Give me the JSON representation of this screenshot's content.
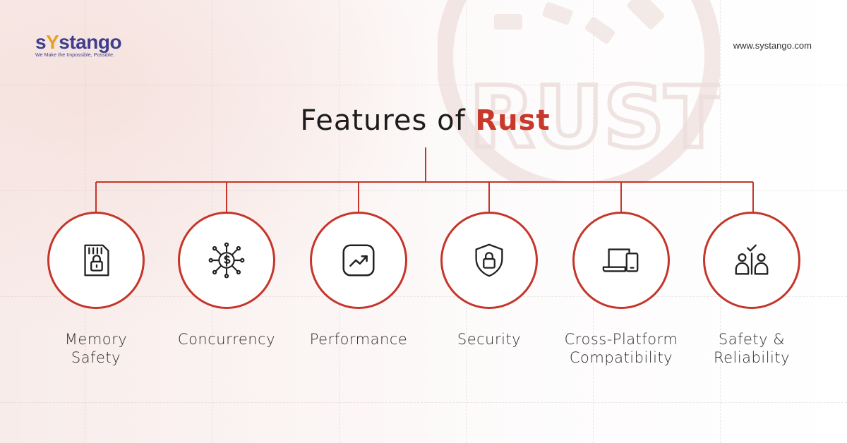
{
  "brand": {
    "logo_word_a": "s",
    "logo_word_b": "Y",
    "logo_word_c": "stango",
    "tagline": "We Make the Impossible, Possible.",
    "website": "www.systango.com",
    "accent_color": "#c5352a",
    "logo_color": "#3d3f8e"
  },
  "title": {
    "prefix": "Features of",
    "highlight": "Rust"
  },
  "watermark_text": "RUST",
  "features": [
    {
      "line1": "Memory",
      "line2": "Safety",
      "icon": "memory-card-lock-icon"
    },
    {
      "line1": "Concurrency",
      "line2": "",
      "icon": "dollar-network-icon"
    },
    {
      "line1": "Performance",
      "line2": "",
      "icon": "trending-up-icon"
    },
    {
      "line1": "Security",
      "line2": "",
      "icon": "shield-lock-icon"
    },
    {
      "line1": "Cross-Platform",
      "line2": "Compatibility",
      "icon": "laptop-tablet-icon"
    },
    {
      "line1": "Safety &",
      "line2": "Reliability",
      "icon": "people-check-icon"
    }
  ]
}
